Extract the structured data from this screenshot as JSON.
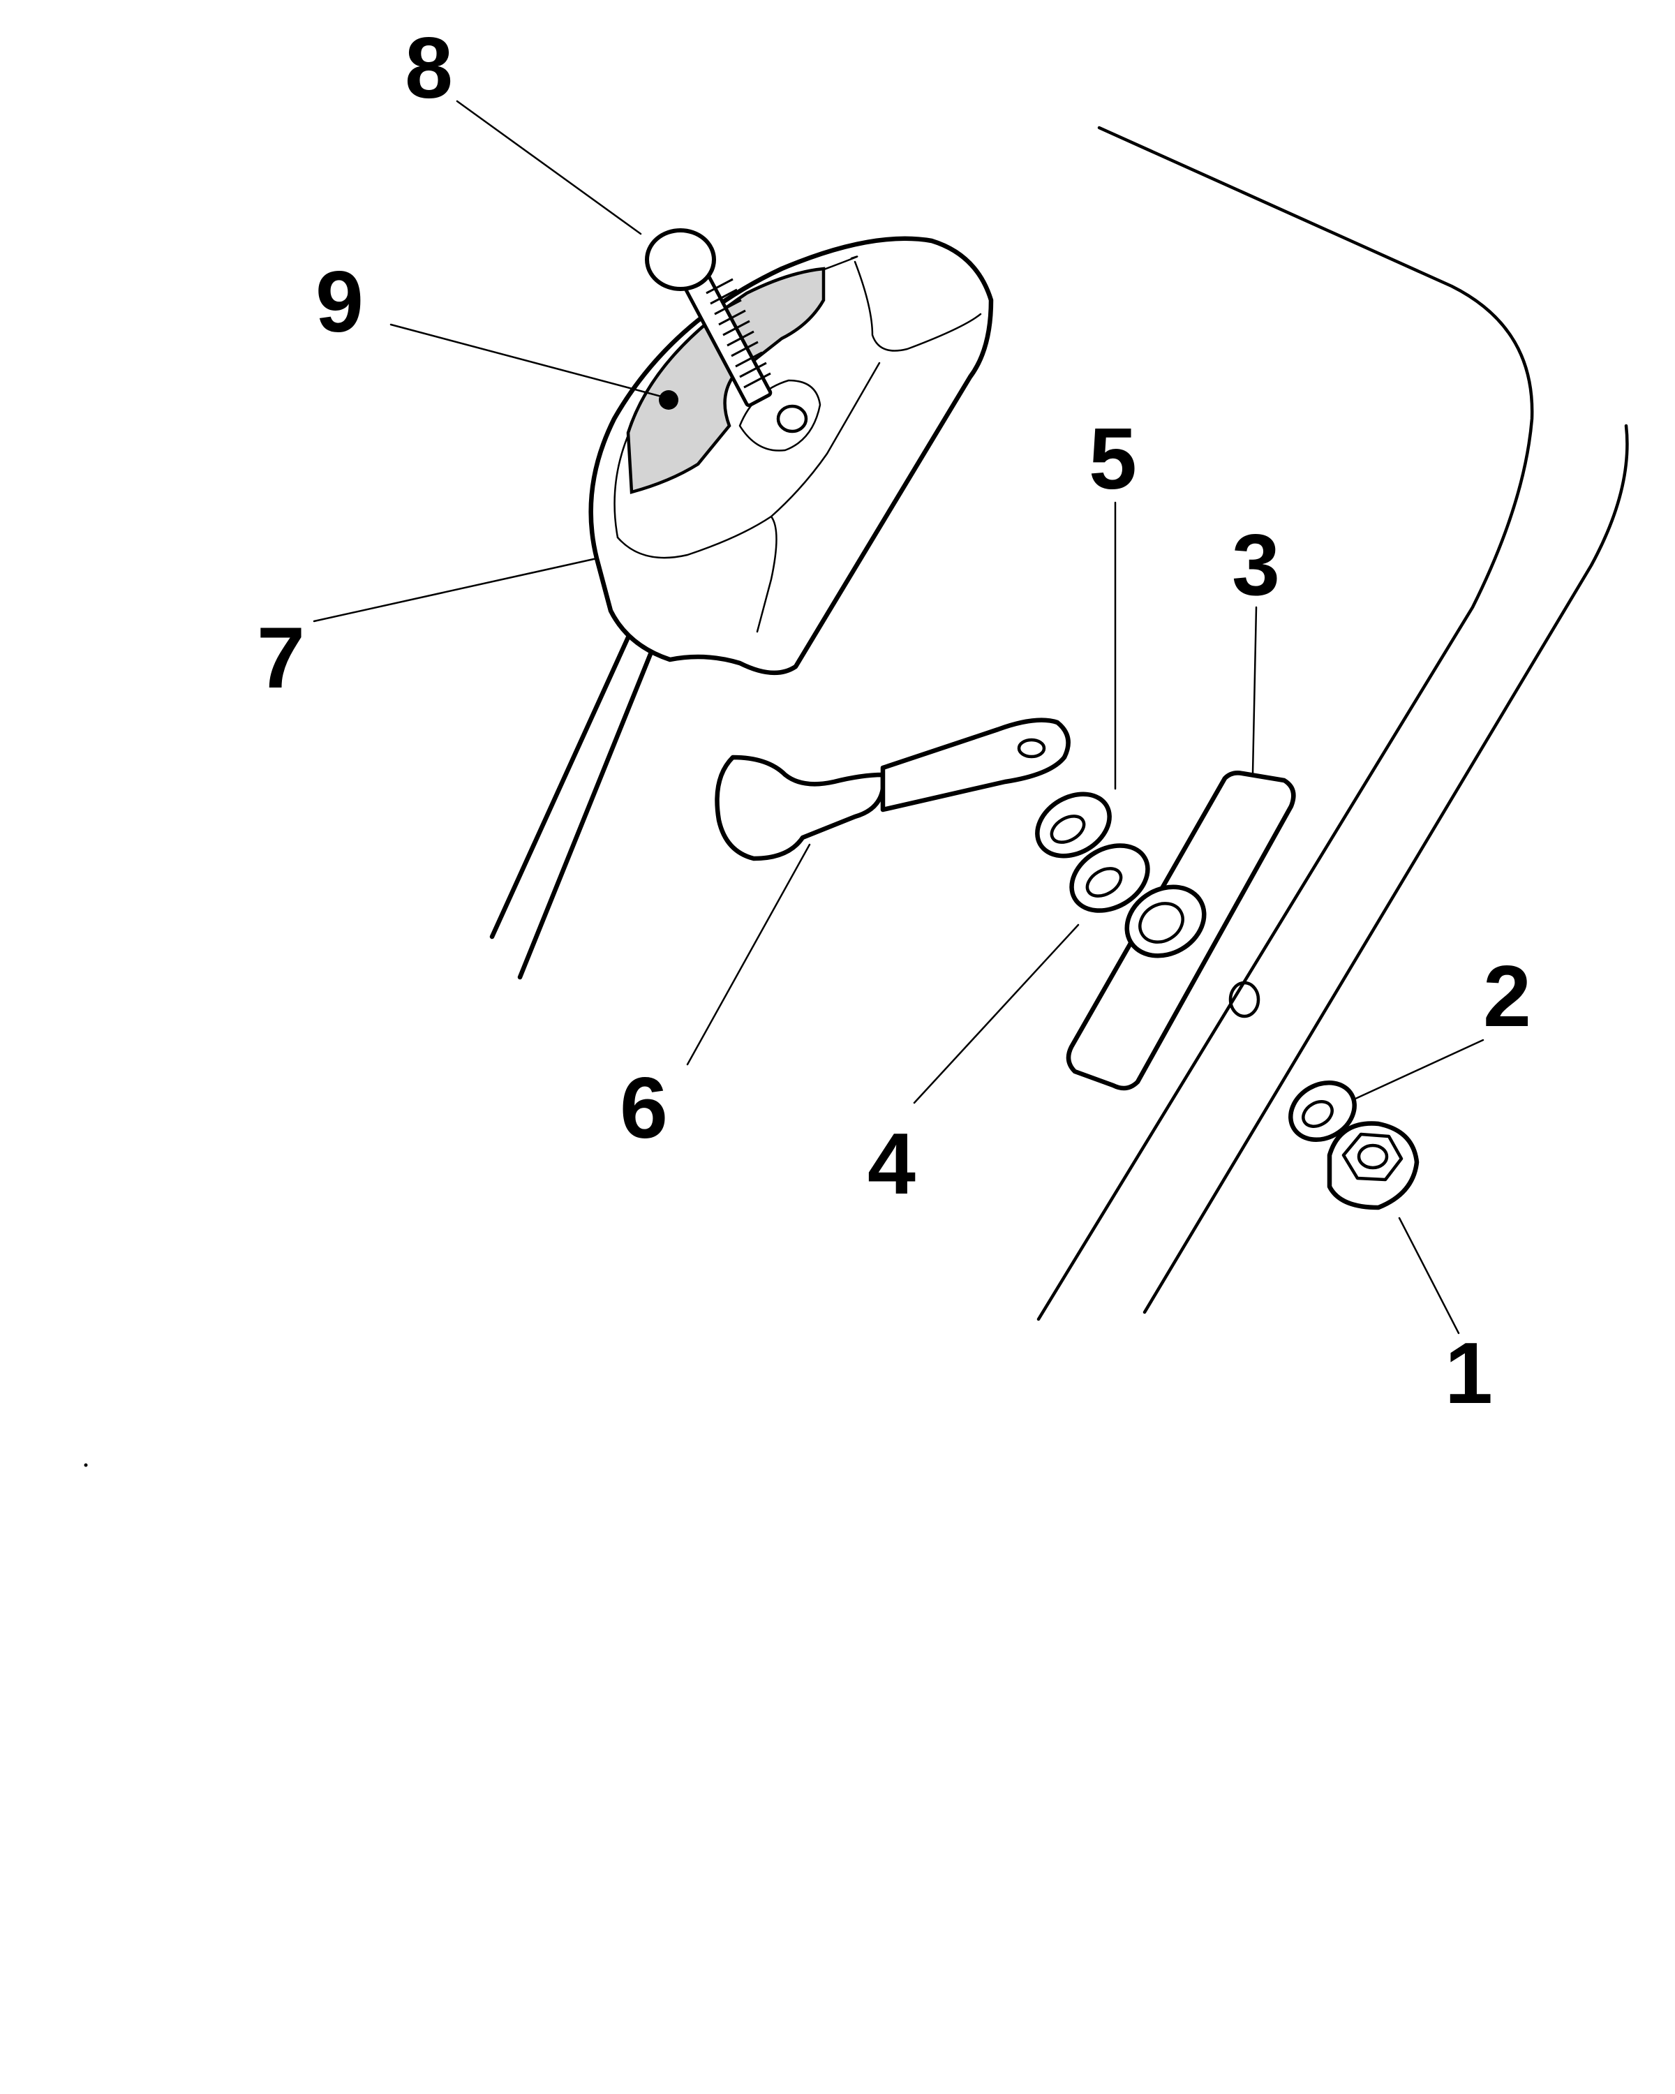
{
  "callouts": {
    "n1": "1",
    "n2": "2",
    "n3": "3",
    "n4": "4",
    "n5": "5",
    "n6": "6",
    "n7": "7",
    "n8": "8",
    "n9": "9"
  },
  "colors": {
    "line": "#000000",
    "background": "#ffffff",
    "label_fill": "#d4d4d4"
  }
}
